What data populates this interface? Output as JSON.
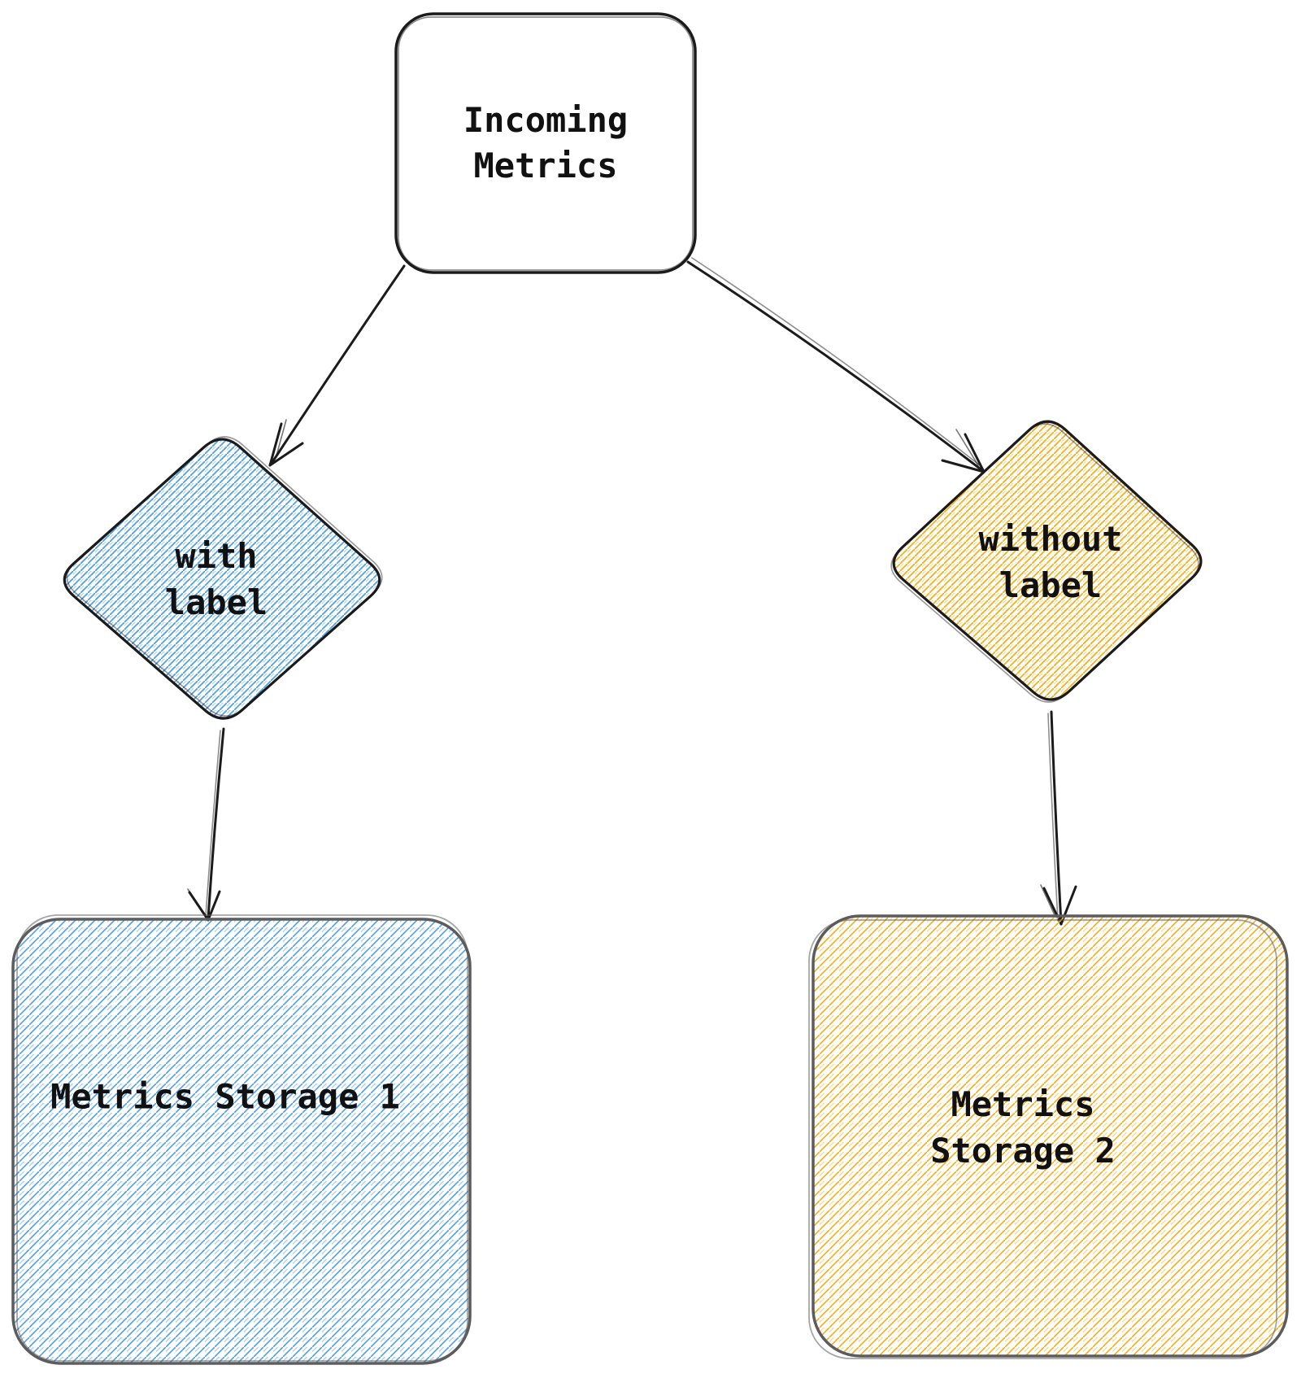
{
  "nodes": {
    "incoming": {
      "label": "Incoming\nMetrics",
      "shape": "rounded-rectangle",
      "fill": "none"
    },
    "with_label": {
      "label": "with\nlabel",
      "shape": "diamond",
      "fill": "blue-hatch"
    },
    "without_label": {
      "label": "without\nlabel",
      "shape": "diamond",
      "fill": "yellow-hatch"
    },
    "storage1": {
      "label": "Metrics Storage 1",
      "shape": "rounded-rectangle",
      "fill": "blue-hatch"
    },
    "storage2": {
      "label": "Metrics Storage 2",
      "shape": "rounded-rectangle",
      "fill": "yellow-hatch"
    }
  },
  "edges": [
    {
      "from": "Incoming Metrics",
      "to": "with label",
      "style": "arrow"
    },
    {
      "from": "Incoming Metrics",
      "to": "without label",
      "style": "arrow"
    },
    {
      "from": "with label",
      "to": "Metrics Storage 1",
      "style": "arrow"
    },
    {
      "from": "without label",
      "to": "Metrics Storage 2",
      "style": "arrow"
    }
  ],
  "colors": {
    "blue_hatch": "#4da0e8",
    "blue_hatch_light": "#a9cef3",
    "yellow_hatch": "#f7ad14",
    "yellow_hatch_light": "#fcd88f",
    "node_outline": "#1b1b1b",
    "storage_outline": "#5c5c5c",
    "text": "#111111",
    "background": "#ffffff"
  }
}
